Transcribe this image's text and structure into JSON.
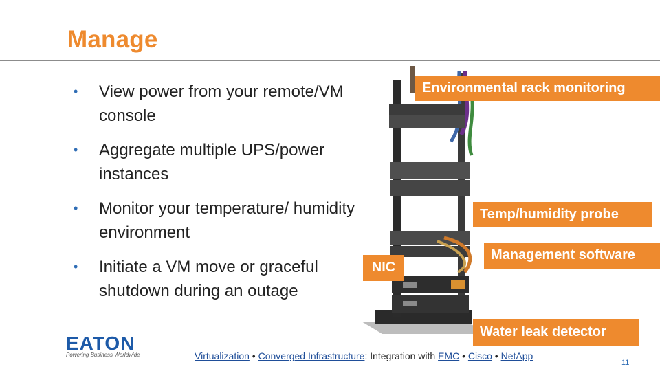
{
  "slide": {
    "title": "Manage",
    "page_number": "11"
  },
  "bullets": [
    "View power from your remote/VM console",
    "Aggregate multiple UPS/power instances",
    "Monitor your temperature/ humidity environment",
    "Initiate a VM move or graceful shutdown during an outage"
  ],
  "callouts": {
    "environmental": "Environmental rack monitoring",
    "temp": "Temp/humidity probe",
    "management": "Management software",
    "nic": "NIC",
    "water": "Water leak detector"
  },
  "logo": {
    "text": "EATON",
    "tagline": "Powering Business Worldwide"
  },
  "footer": {
    "link_virtualization": "Virtualization",
    "sep1": " • ",
    "link_converged": "Converged Infrastructure",
    "mid_text": ": Integration with ",
    "link_emc": "EMC",
    "sep2": " • ",
    "link_cisco": "Cisco",
    "sep3": " • ",
    "link_netapp": "NetApp"
  },
  "colors": {
    "accent": "#ee8a2e",
    "link": "#1f4e99",
    "bullet": "#2f6db5"
  }
}
